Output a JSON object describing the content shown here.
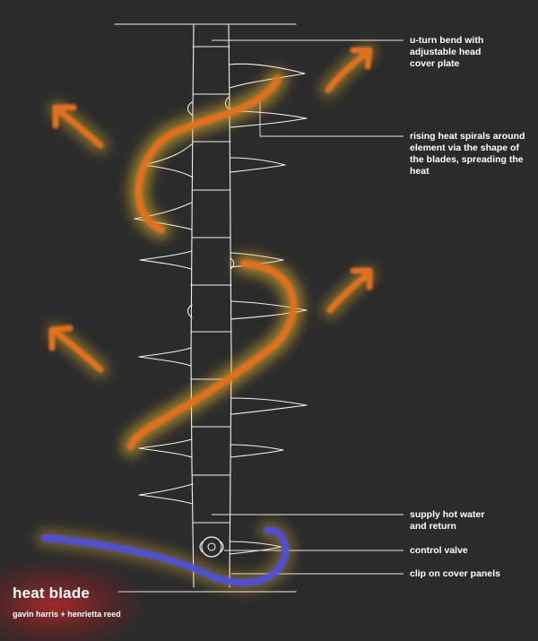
{
  "title": "heat blade",
  "authors": "gavin harris + henrietta reed",
  "annotations": {
    "uturn": [
      "u-turn bend with",
      "adjustable head",
      "cover plate"
    ],
    "rising": [
      "rising heat spirals around",
      "element via the shape of",
      "the blades, spreading the",
      "heat"
    ],
    "supply": [
      "supply hot water",
      "and return"
    ],
    "valve": [
      "control valve"
    ],
    "clip": [
      "clip on cover panels"
    ]
  },
  "colors": {
    "background": "#2b2b2b",
    "sketch_line": "#ffffff",
    "heat_orange": "#e0701a",
    "heat_glow": "#f2c230",
    "cool_blue": "#5050d8",
    "title_glow": "#c82828"
  },
  "icons": {
    "heat_arrow": "heat-flow-arrow-icon",
    "valve": "control-valve-icon"
  }
}
